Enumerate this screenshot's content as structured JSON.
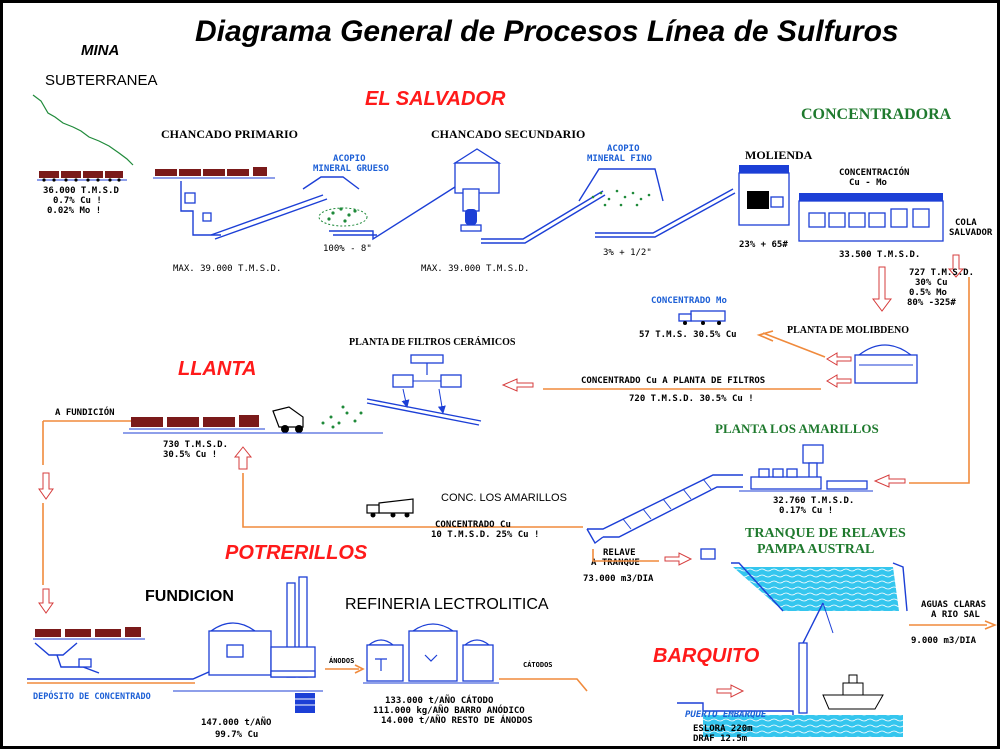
{
  "title": "Diagrama General de Procesos Línea de Sulfuros",
  "regions": {
    "el_salvador": "EL SALVADOR",
    "llanta": "LLANTA",
    "potrerillos": "POTRERILLOS",
    "barquito": "BARQUITO"
  },
  "mina": {
    "label1": "MINA",
    "label2": "SUBTERRANEA",
    "data": [
      "36.000   T.M.S.D",
      "0.7% Cu !",
      "0.02% Mo !"
    ]
  },
  "chancado_primario": {
    "label": "CHANCADO PRIMARIO",
    "max": "MAX. 39.000 T.M.S.D."
  },
  "acopio_grueso": {
    "label1": "ACOPIO",
    "label2": "MINERAL GRUESO",
    "size": "100% -  8\""
  },
  "chancado_secundario": {
    "label": "CHANCADO SECUNDARIO",
    "max": "MAX. 39.000 T.M.S.D."
  },
  "acopio_fino": {
    "label1": "ACOPIO",
    "label2": "MINERAL FINO",
    "size": "3% + 1/2\""
  },
  "molienda": {
    "label": "MOLIENDA",
    "size": "23% + 65#"
  },
  "concentradora": {
    "label": "CONCENTRADORA",
    "sub1": "CONCENTRACIÓN",
    "sub2": "Cu  -  Mo",
    "tms": "33.500 T.M.S.D."
  },
  "cola": {
    "label1": "COLA",
    "label2": "SALVADOR"
  },
  "conc_output": [
    "727 T.M.S.D.",
    "30% Cu",
    "0.5% Mo",
    "80%  -325#"
  ],
  "molibdeno": {
    "conc_label": "CONCENTRADO Mo",
    "conc_data": "57 T.M.S. 30.5% Cu",
    "planta": "PLANTA DE MOLIBDENO"
  },
  "filtros": {
    "label": "PLANTA DE FILTROS CERÁMICOS",
    "flow_label": "CONCENTRADO Cu A PLANTA DE FILTROS",
    "flow_data": "720 T.M.S.D. 30.5% Cu !"
  },
  "llanta_info": {
    "a_fundicion": "A FUNDICIÓN",
    "data1": "730 T.M.S.D.",
    "data2": "30.5% Cu !"
  },
  "amarillos": {
    "label": "PLANTA LOS AMARILLOS",
    "data1": "32.760 T.M.S.D.",
    "data2": "0.17% Cu !",
    "conc_label": "CONC. LOS AMARILLOS",
    "conc1": "CONCENTRADO  Cu",
    "conc2": "10 T.M.S.D.   25% Cu !",
    "relave1": "RELAVE",
    "relave2": "A TRANQUE",
    "relave3": "73.000 m3/DIA"
  },
  "tranque": {
    "label1": "TRANQUE DE RELAVES",
    "label2": "PAMPA AUSTRAL",
    "aguas1": "AGUAS CLARAS",
    "aguas2": "A RIO SAL",
    "aguas3": "9.000 m3/DIA"
  },
  "fundicion": {
    "label": "FUNDICION",
    "deposito": "DEPÓSITO DE CONCENTRADO",
    "data1": "147.000 t/AÑO",
    "data2": "99.7% Cu"
  },
  "refineria": {
    "label": "REFINERIA LECTROLITICA",
    "anodos": "ÁNODOS",
    "catodos": "CÁTODOS",
    "lines": [
      "133.000 t/AÑO CÁTODO",
      "111.000 kg/AÑO BARRO ANÓDICO",
      "14.000 t/AÑO RESTO DE ÁNODOS"
    ]
  },
  "puerto": {
    "label": "PUERTO EMBARQUE",
    "eslora": "ESLORA  220m",
    "draf": "DRAF     12.5m"
  }
}
